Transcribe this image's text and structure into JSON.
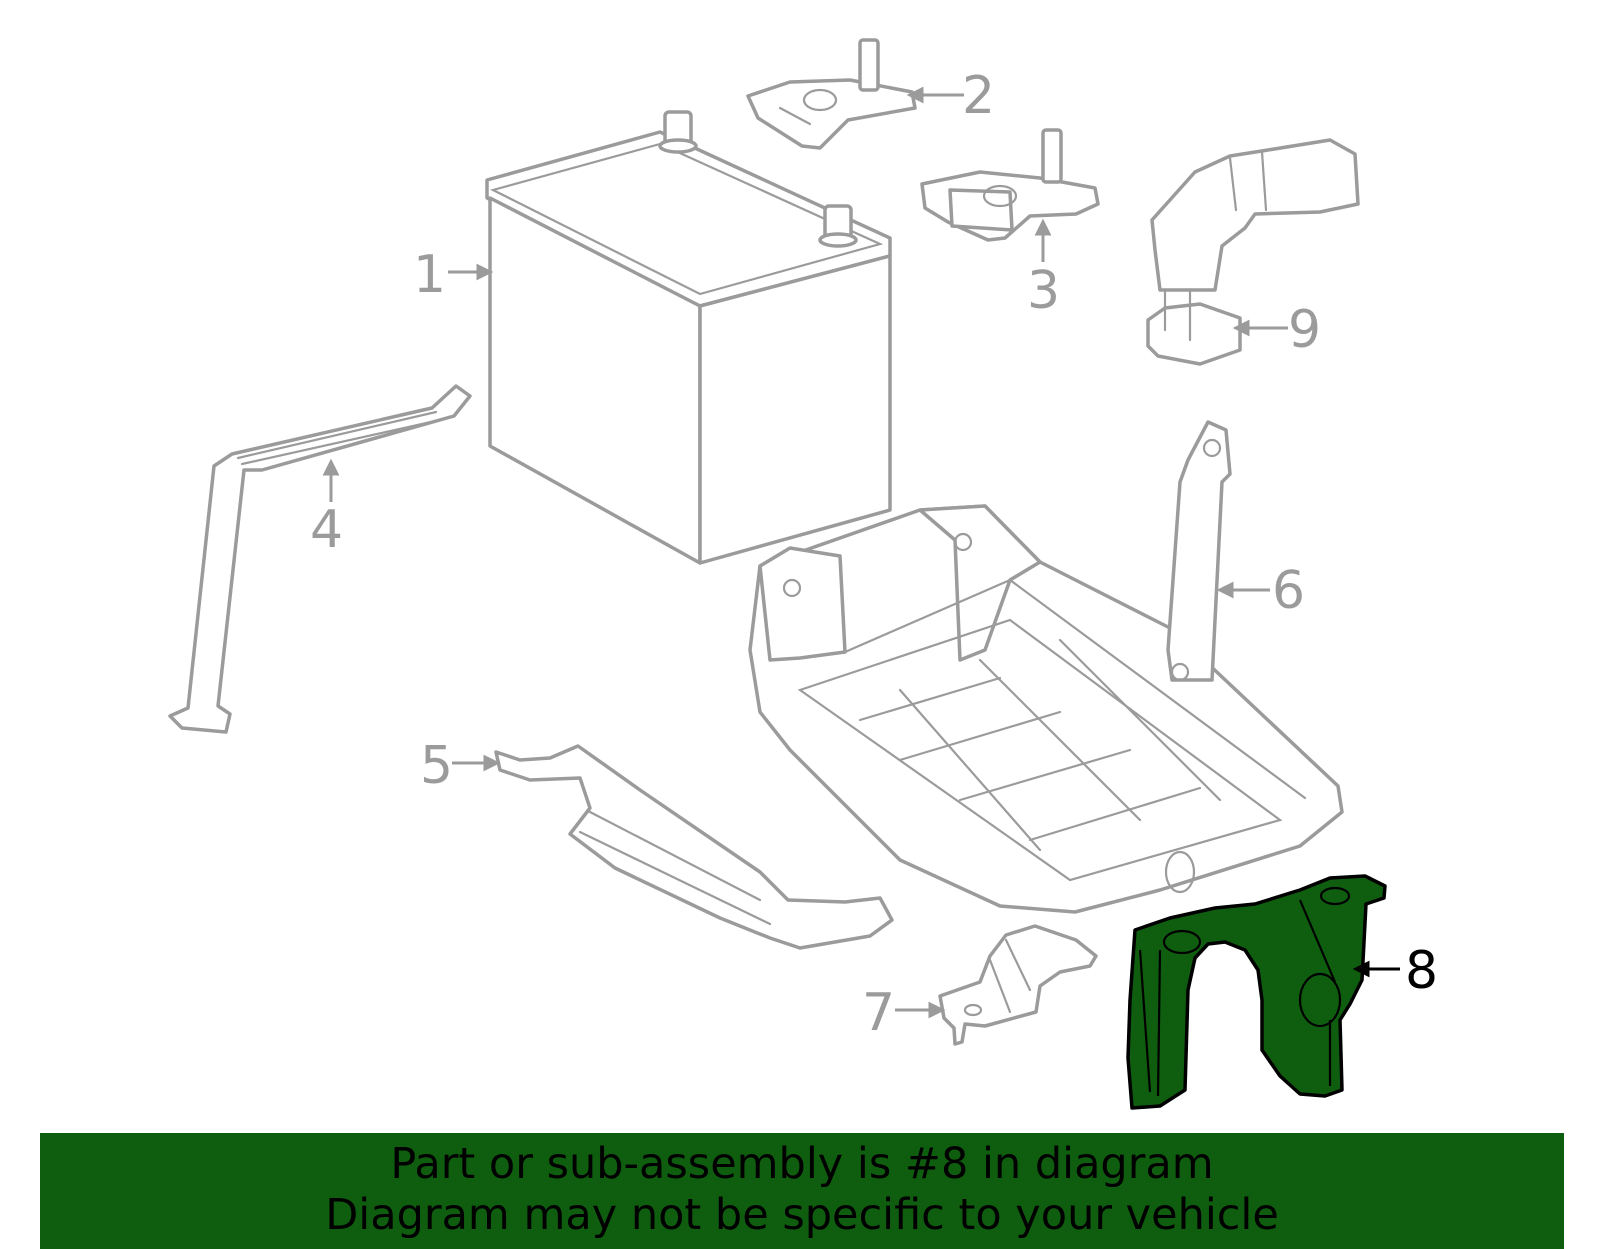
{
  "callouts": {
    "c1": "1",
    "c2": "2",
    "c3": "3",
    "c4": "4",
    "c5": "5",
    "c6": "6",
    "c7": "7",
    "c8": "8",
    "c9": "9"
  },
  "highlighted_part": "8",
  "colors": {
    "highlight": "#0f5e0f",
    "banner": "#0f5e0f",
    "line": "#9b9b9b"
  },
  "banner": {
    "line1": "Part or sub-assembly is #8 in diagram",
    "line2": "Diagram may not be specific to your vehicle"
  }
}
